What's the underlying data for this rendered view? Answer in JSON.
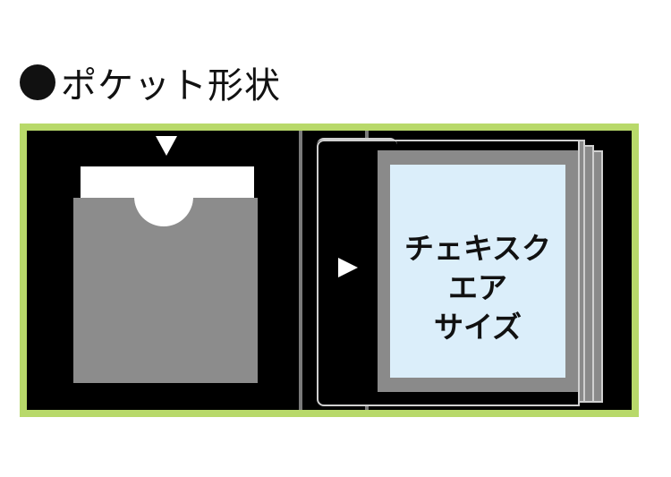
{
  "title": {
    "text": "ポケット形状"
  },
  "photo_size_label": {
    "line1": "チェキスクエア",
    "line2": "サイズ"
  },
  "colors": {
    "frame_border": "#b8d96a",
    "background": "#000000",
    "pocket": "#8c8c8c",
    "photo": "#dbeefa",
    "divider": "#7a7a7a"
  }
}
